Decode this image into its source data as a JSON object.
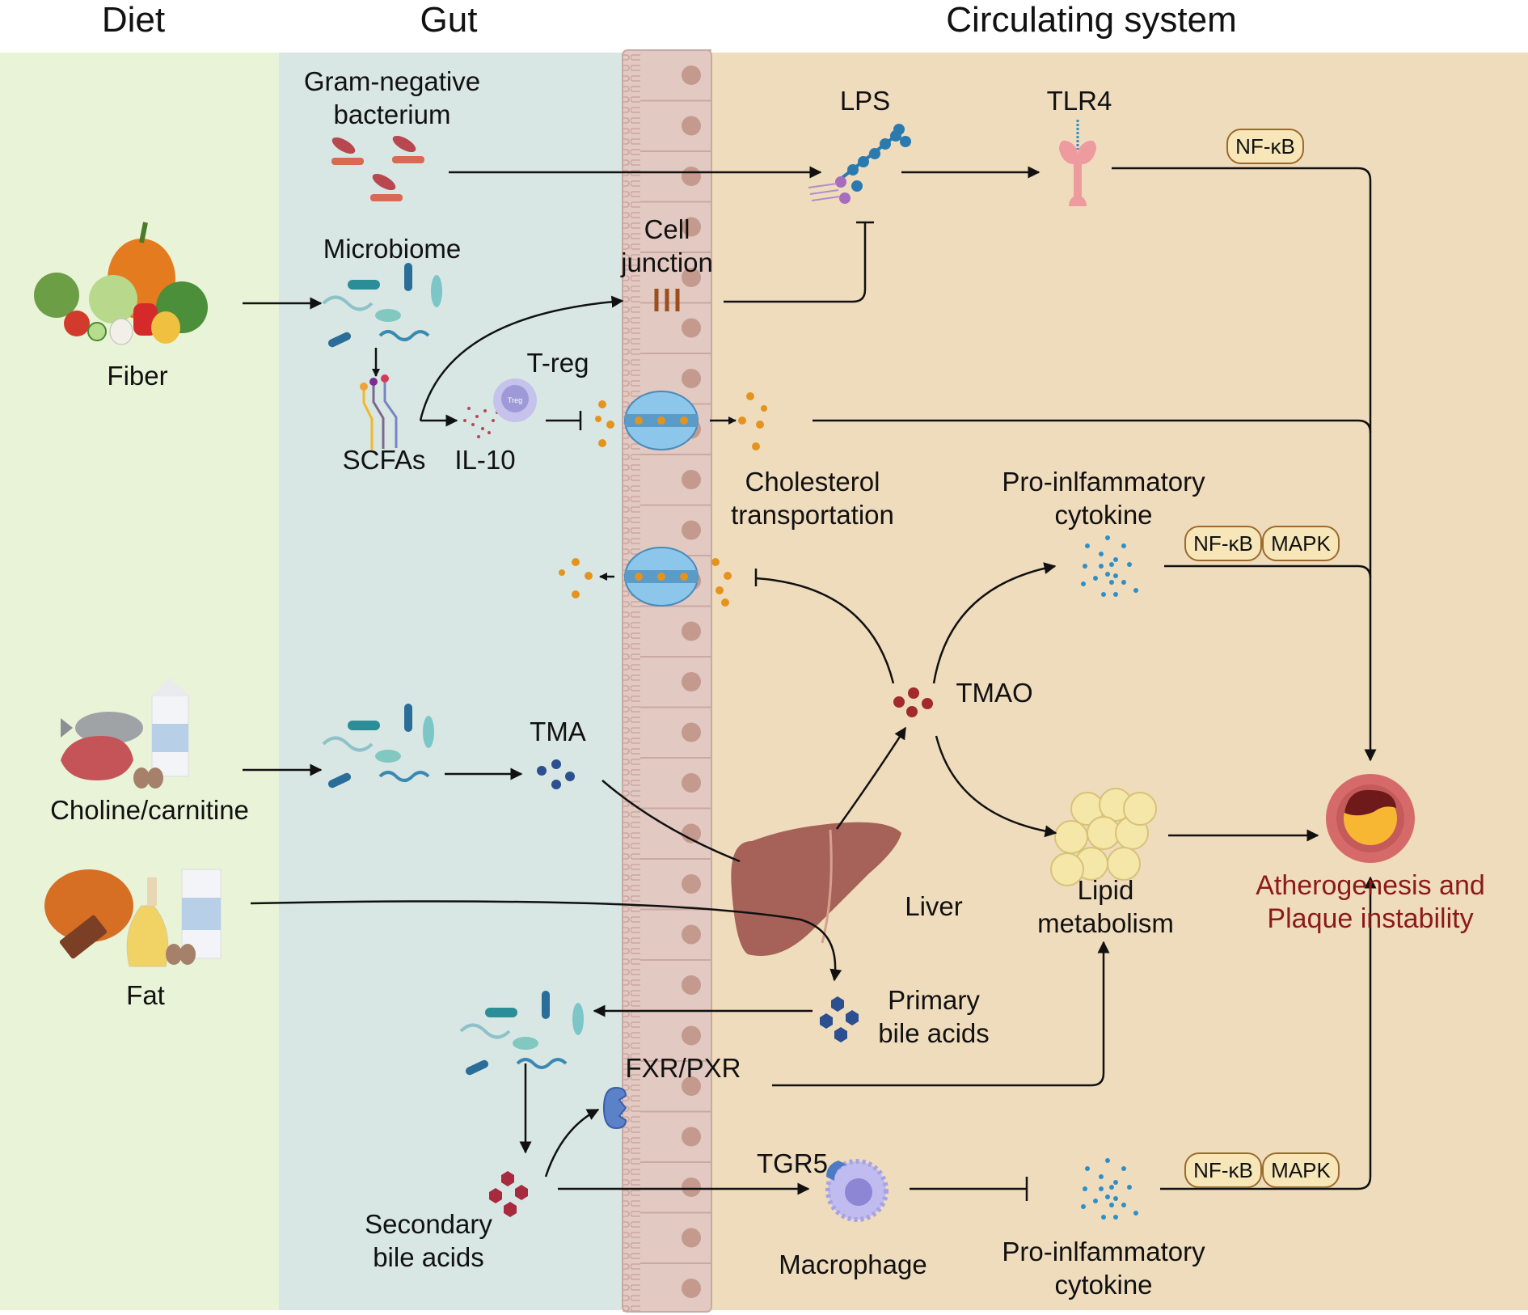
{
  "headers": {
    "diet": "Diet",
    "gut": "Gut",
    "circulating": "Circulating system"
  },
  "colors": {
    "diet_bg": "#e9f3d8",
    "gut_bg": "#d8e7e3",
    "circ_bg": "#efdcbd",
    "epithelium": "#e2c9c2",
    "nucleus": "#c49a8e",
    "outcome_text": "#8c1a1a",
    "pill_fill": "#f6e6b8",
    "pill_border": "#9b6a2c"
  },
  "diet": {
    "fiber": "Fiber",
    "choline": "Choline/carnitine",
    "fat": "Fat"
  },
  "gut": {
    "gram_negative": [
      "Gram-negative",
      "bacterium"
    ],
    "microbiome": "Microbiome",
    "scfas": "SCFAs",
    "il10": "IL-10",
    "treg": "T-reg",
    "treg_cell_text": "Treg",
    "tma": "TMA",
    "secondary_bile": [
      "Secondary",
      "bile acids"
    ],
    "fxr_pxr": "FXR/PXR"
  },
  "barrier": {
    "cell_junction": [
      "Cell",
      "junction"
    ]
  },
  "circulation": {
    "lps": "LPS",
    "tlr4": "TLR4",
    "cholesterol": [
      "Cholesterol",
      "transportation"
    ],
    "pro_inflammatory_top": [
      "Pro-inlfammatory",
      "cytokine"
    ],
    "tmao": "TMAO",
    "liver": "Liver",
    "lipid": [
      "Lipid",
      "metabolism"
    ],
    "primary_bile": [
      "Primary",
      "bile acids"
    ],
    "tgr5": "TGR5",
    "macrophage": "Macrophage",
    "pro_inflammatory_bottom": [
      "Pro-inlfammatory",
      "cytokine"
    ],
    "outcome": [
      "Atherogenesis and",
      "Plaque instability"
    ]
  },
  "pathways": {
    "nfkb": "NF-κB",
    "mapk": "MAPK"
  }
}
